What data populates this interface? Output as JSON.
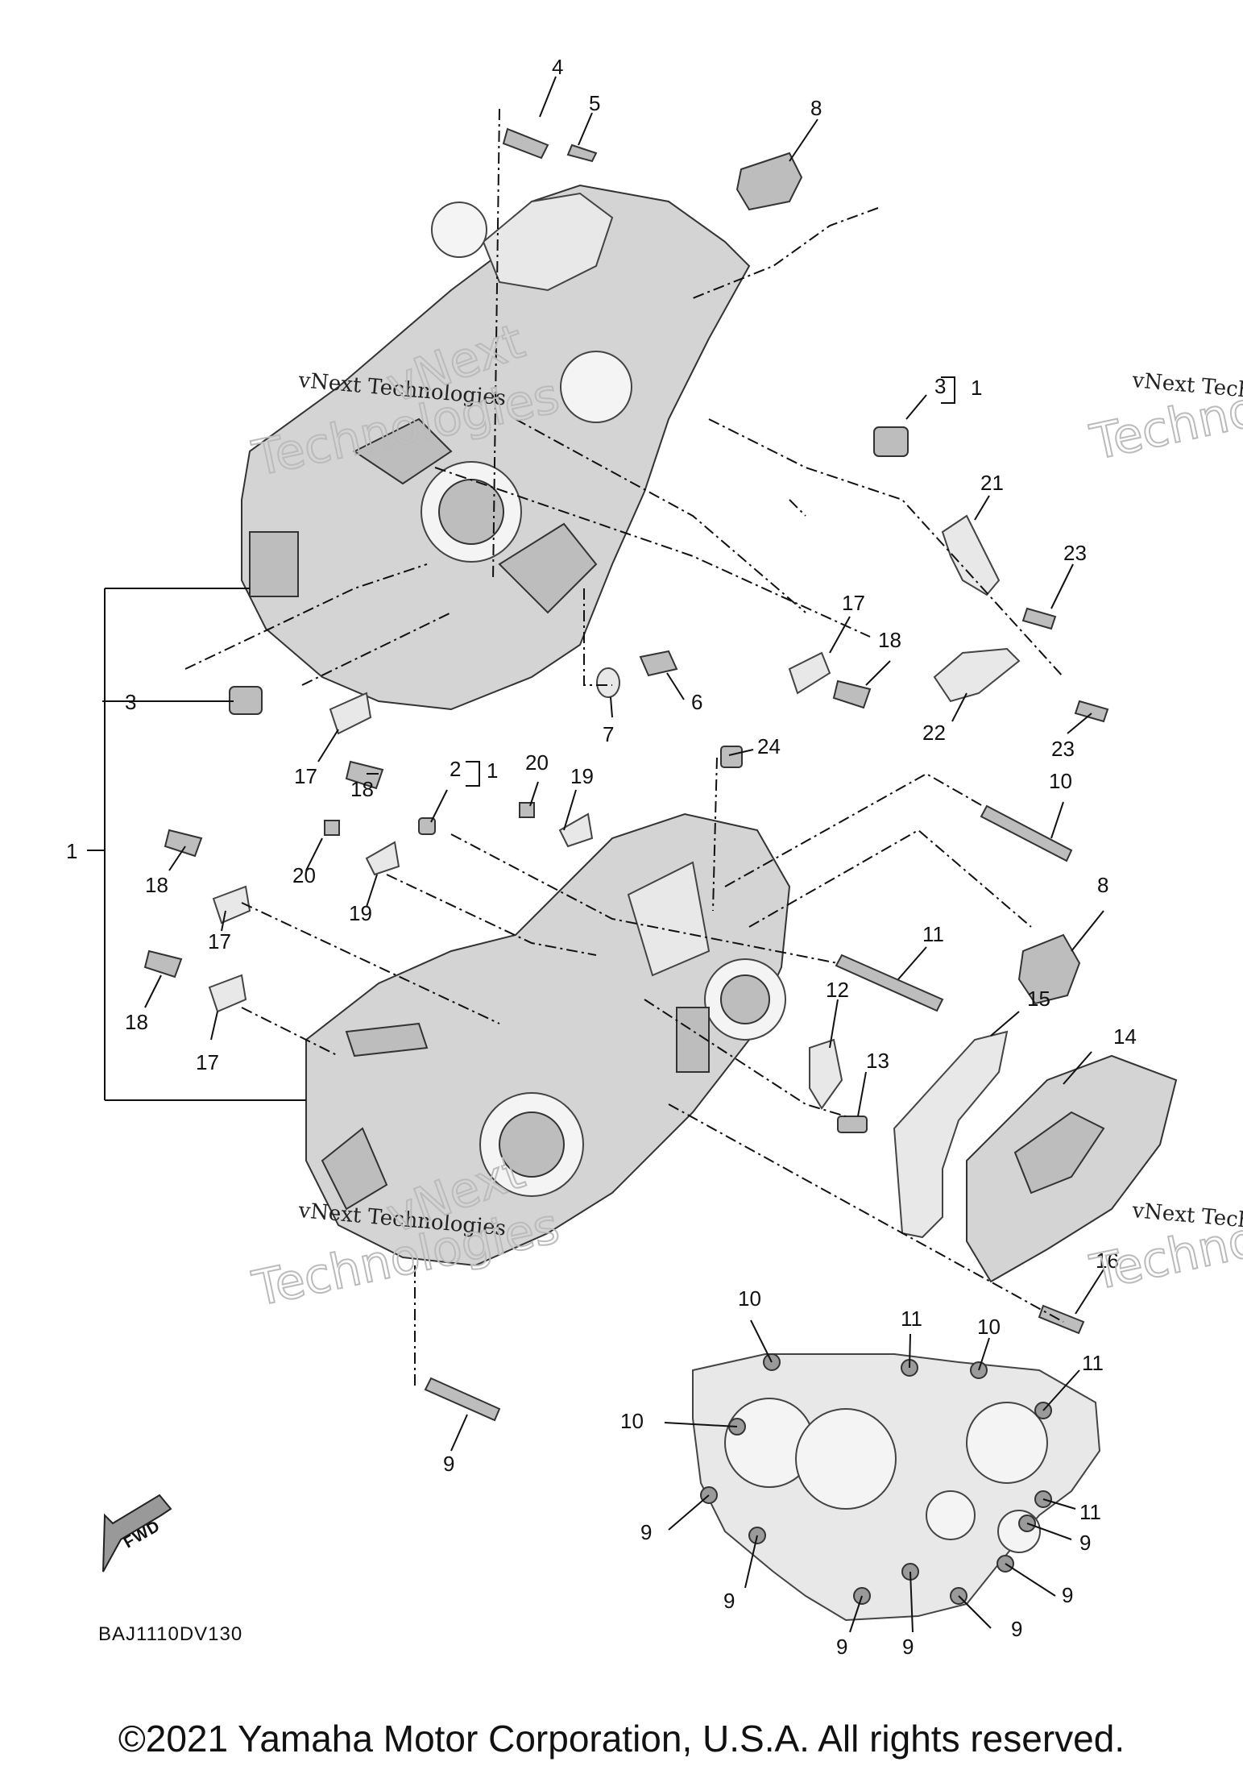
{
  "diagram_code": "BAJ1110DV130",
  "fwd_label": "FWD",
  "watermark": {
    "line1": "vNext Technologies",
    "big1": "vNext",
    "big2": "Technologies"
  },
  "copyright": "©2021 Yamaha Motor Corporation, U.S.A. All rights reserved.",
  "callouts": {
    "c1": "1",
    "c2": "2",
    "c2_group": "1",
    "c3": "3",
    "c3b": "3",
    "c3_group": "1",
    "c4": "4",
    "c5": "5",
    "c6": "6",
    "c7": "7",
    "c8a": "8",
    "c8b": "8",
    "c9a": "9",
    "c9b": "9",
    "c9c": "9",
    "c9d": "9",
    "c9e": "9",
    "c9f": "9",
    "c9g": "9",
    "c9h": "9",
    "c10a": "10",
    "c10b": "10",
    "c10c": "10",
    "c10d": "10",
    "c11a": "11",
    "c11b": "11",
    "c11c": "11",
    "c11d": "11",
    "c12": "12",
    "c13": "13",
    "c14": "14",
    "c15": "15",
    "c16": "16",
    "c17a": "17",
    "c17b": "17",
    "c17c": "17",
    "c17d": "17",
    "c18a": "18",
    "c18b": "18",
    "c18c": "18",
    "c18d": "18",
    "c19a": "19",
    "c19b": "19",
    "c20a": "20",
    "c20b": "20",
    "c21": "21",
    "c22": "22",
    "c23a": "23",
    "c23b": "23",
    "c24": "24"
  }
}
